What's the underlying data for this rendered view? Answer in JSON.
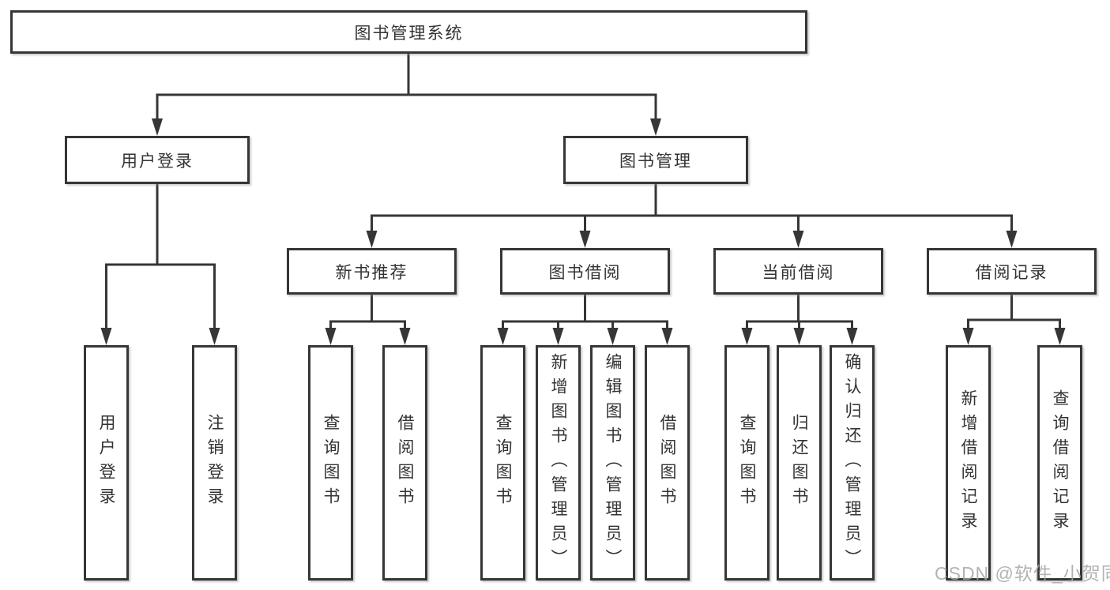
{
  "colors": {
    "line": "#363636",
    "box_border": "#363636",
    "text": "#333333",
    "background": "#ffffff",
    "watermark": "#a6a6a6"
  },
  "watermark": {
    "text": "CSDN @软件_小贺同学"
  },
  "diagram": {
    "root": {
      "label": "图书管理系统"
    },
    "branches": [
      {
        "label": "用户登录",
        "children": [
          {
            "label": "用户登录"
          },
          {
            "label": "注销登录"
          }
        ]
      },
      {
        "label": "图书管理",
        "children": [
          {
            "label": "新书推荐",
            "children": [
              {
                "label": "查询图书"
              },
              {
                "label": "借阅图书"
              }
            ]
          },
          {
            "label": "图书借阅",
            "children": [
              {
                "label": "查询图书"
              },
              {
                "label": "新增图书（管理员）"
              },
              {
                "label": "编辑图书（管理员）"
              },
              {
                "label": "借阅图书"
              }
            ]
          },
          {
            "label": "当前借阅",
            "children": [
              {
                "label": "查询图书"
              },
              {
                "label": "归还图书"
              },
              {
                "label": "确认归还（管理员）"
              }
            ]
          },
          {
            "label": "借阅记录",
            "children": [
              {
                "label": "新增借阅记录"
              },
              {
                "label": "查询借阅记录"
              }
            ]
          }
        ]
      }
    ]
  }
}
